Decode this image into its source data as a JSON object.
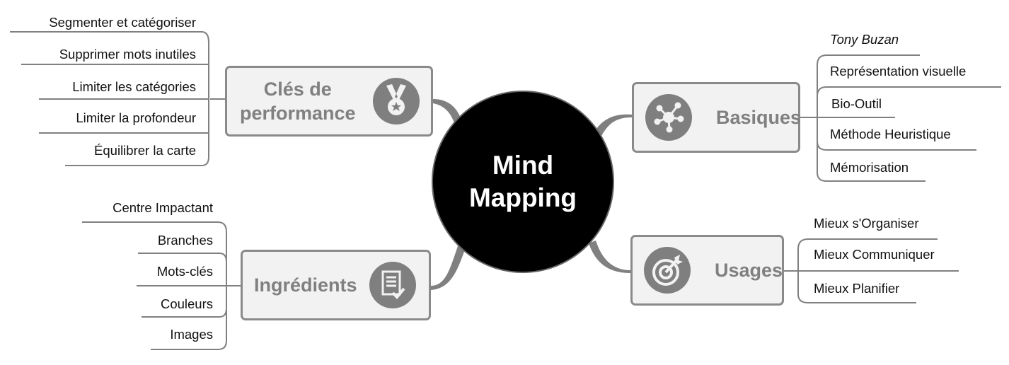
{
  "center": {
    "line1": "Mind",
    "line2": "Mapping"
  },
  "branches": {
    "cles": {
      "line1": "Clés de",
      "line2": "performance",
      "icon": "medal-icon",
      "leaves": [
        "Segmenter et catégoriser",
        "Supprimer mots inutiles",
        "Limiter les catégories",
        "Limiter la profondeur",
        "Équilibrer la carte"
      ]
    },
    "ingredients": {
      "label": "Ingrédients",
      "icon": "checklist-icon",
      "leaves": [
        "Centre Impactant",
        "Branches",
        "Mots-clés",
        "Couleurs",
        "Images"
      ]
    },
    "basiques": {
      "label": "Basiques",
      "icon": "network-icon",
      "leaves": [
        "Tony Buzan",
        "Représentation visuelle",
        "Bio-Outil",
        "Méthode Heuristique",
        "Mémorisation"
      ]
    },
    "usages": {
      "label": "Usages",
      "icon": "target-icon",
      "leaves": [
        "Mieux s'Organiser",
        "Mieux Communiquer",
        "Mieux Planifier"
      ]
    }
  },
  "colors": {
    "line": "#808080",
    "box_bg": "#f2f2f3",
    "center_bg": "#000000",
    "branch_text": "#808080"
  }
}
